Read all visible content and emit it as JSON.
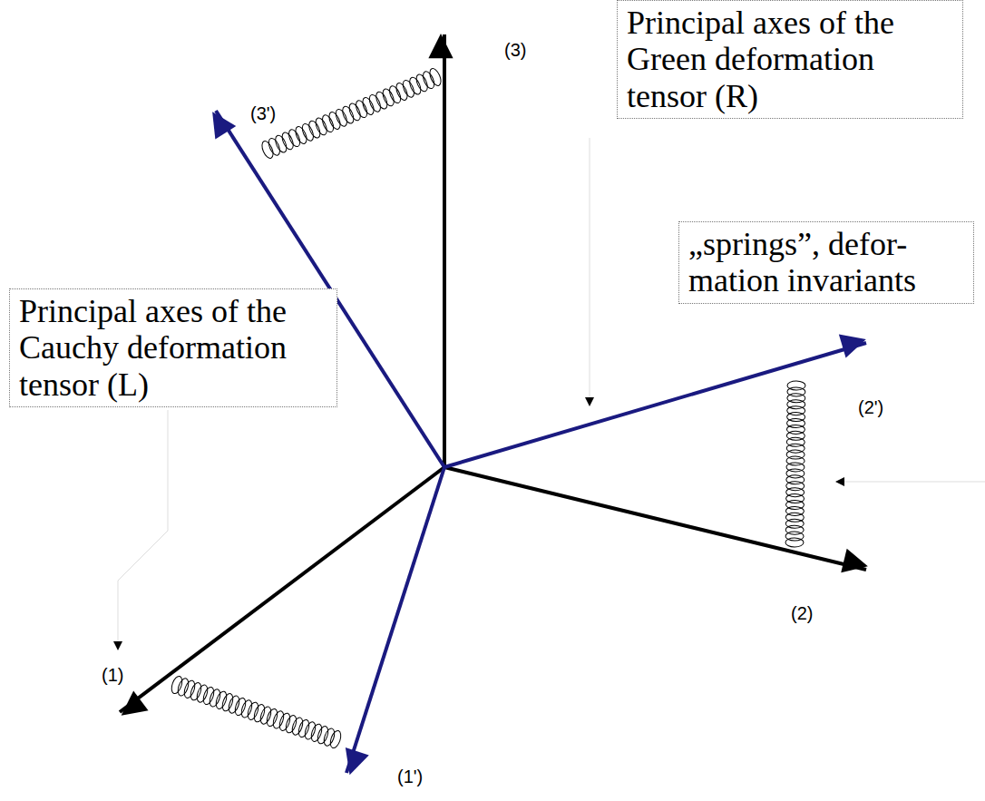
{
  "diagram": {
    "nodes": [
      {
        "text": [
          "Principal axes of the Green deformation tensor (R)"
        ]
      },
      {
        "text": [
          "„springs”, defor- mation invariants"
        ]
      },
      {
        "text": [
          "Principal axes of the Cauchy deformation tensor (L)"
        ]
      }
    ],
    "labels": [
      "(3)",
      "(3')",
      "(2')",
      "(2)",
      "(1)",
      "(1')"
    ]
  }
}
